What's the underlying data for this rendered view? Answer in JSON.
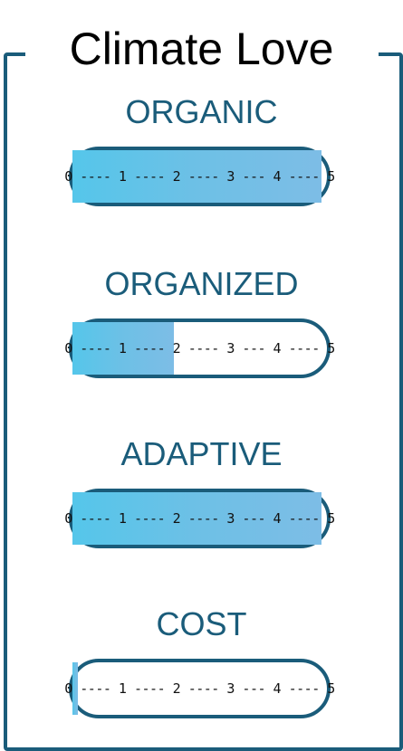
{
  "title": "Climate Love",
  "scale_text": "0 ---- 1 ---- 2 ---- 3 --- 4 ---- 5",
  "scale_max": 5,
  "colors": {
    "border": "#1a5c7a",
    "label": "#1a5c7a",
    "fill": "#6dc0e6"
  },
  "metrics": [
    {
      "label": "ORGANIC",
      "value": 4.9
    },
    {
      "label": "ORGANIZED",
      "value": 2.0
    },
    {
      "label": "ADAPTIVE",
      "value": 4.9
    },
    {
      "label": "COST",
      "value": 0.1
    }
  ]
}
